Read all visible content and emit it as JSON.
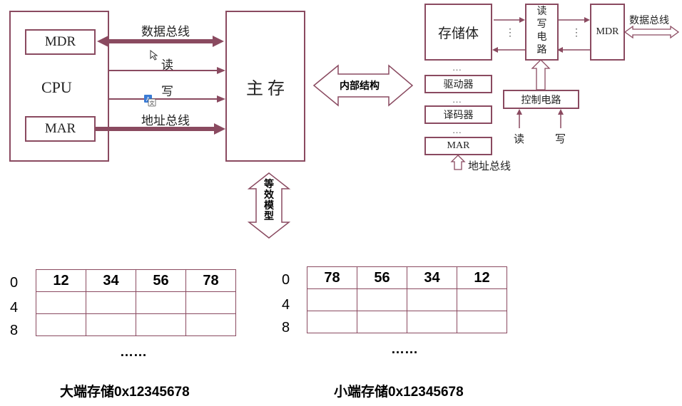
{
  "left_diagram": {
    "cpu_label": "CPU",
    "mdr_label": "MDR",
    "mar_label": "MAR",
    "main_memory_label": "主 存",
    "data_bus_label": "数据总线",
    "read_label": "读",
    "write_label": "写",
    "address_bus_label": "地址总线"
  },
  "internal_structure_label": "内部结构",
  "equivalent_model_label": [
    "等",
    "效",
    "模",
    "型"
  ],
  "right_diagram": {
    "storage_body_label": "存储体",
    "rw_circuit_label": [
      "读",
      "写",
      "电",
      "路"
    ],
    "mdr_label": "MDR",
    "data_bus_label": "数据总线",
    "driver_label": "驱动器",
    "decoder_label": "译码器",
    "mar_label": "MAR",
    "address_bus_label": "地址总线",
    "control_circuit_label": "控制电路",
    "read_label": "读",
    "write_label": "写",
    "ellipsis_h": "…",
    "ellipsis_v": "⋮"
  },
  "big_endian": {
    "row_labels": [
      "0",
      "4",
      "8"
    ],
    "rows": [
      [
        "12",
        "34",
        "56",
        "78"
      ],
      [
        "",
        "",
        "",
        ""
      ],
      [
        "",
        "",
        "",
        ""
      ]
    ],
    "ellipsis": "……",
    "caption": "大端存储0x12345678"
  },
  "little_endian": {
    "row_labels": [
      "0",
      "4",
      "8"
    ],
    "rows": [
      [
        "78",
        "56",
        "34",
        "12"
      ],
      [
        "",
        "",
        "",
        ""
      ],
      [
        "",
        "",
        "",
        ""
      ]
    ],
    "ellipsis": "……",
    "caption": "小端存储0x12345678"
  },
  "colors": {
    "border": "#8a4a60",
    "arrow_fill": "#8a4a60"
  }
}
